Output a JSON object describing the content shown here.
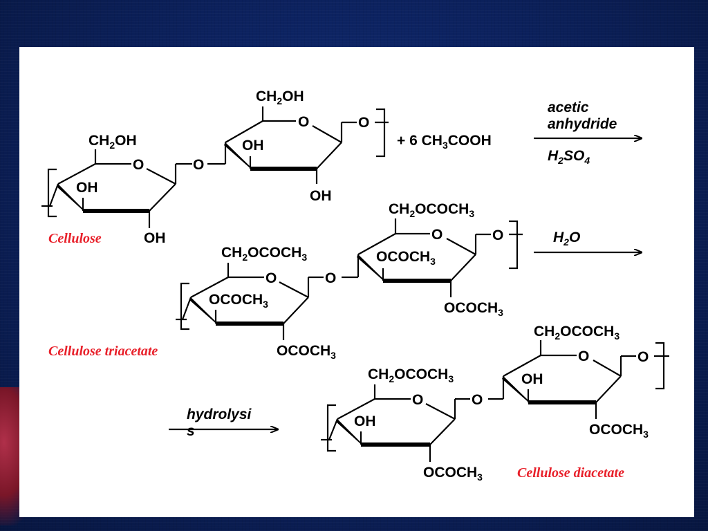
{
  "reaction_1": {
    "reactant_name": "Cellulose",
    "reagent_prefix": "+  6 CH",
    "reagent_sub": "3",
    "reagent_suffix": "COOH",
    "condition_top_line1": "acetic",
    "condition_top_line2": "anhydride",
    "catalyst_main": "H",
    "catalyst_sub1": "2",
    "catalyst_mid": "SO",
    "catalyst_sub2": "4"
  },
  "cellulose_groups": {
    "ch2oh_main": "CH",
    "ch2oh_sub": "2",
    "ch2oh_end": "OH",
    "oh": "OH",
    "ring_o": "O",
    "bridge_o": "O"
  },
  "reaction_2": {
    "product_name": "Cellulose triacetate",
    "reagent_main": "H",
    "reagent_sub": "2",
    "reagent_end": "O"
  },
  "triacetate_groups": {
    "ch2_main": "CH",
    "ch2_sub": "2",
    "ch2_end": "OCOCH",
    "ch2_end_sub": "3",
    "ococh_main": "OCOCH",
    "ococh_sub": "3",
    "ring_o": "O",
    "bridge_o": "O"
  },
  "reaction_3": {
    "condition_line1": "hydrolysi",
    "condition_line2": "s",
    "product_name": "Cellulose diacetate"
  },
  "diacetate_groups": {
    "ch2_main": "CH",
    "ch2_sub": "2",
    "ch2_end": "OCOCH",
    "ch2_end_sub": "3",
    "ococh_main": "OCOCH",
    "ococh_sub": "3",
    "oh": "OH",
    "ring_o": "O",
    "bridge_o": "O"
  },
  "colors": {
    "background": "#0c2260",
    "panel": "#ffffff",
    "compound_name": "#e8202a"
  }
}
